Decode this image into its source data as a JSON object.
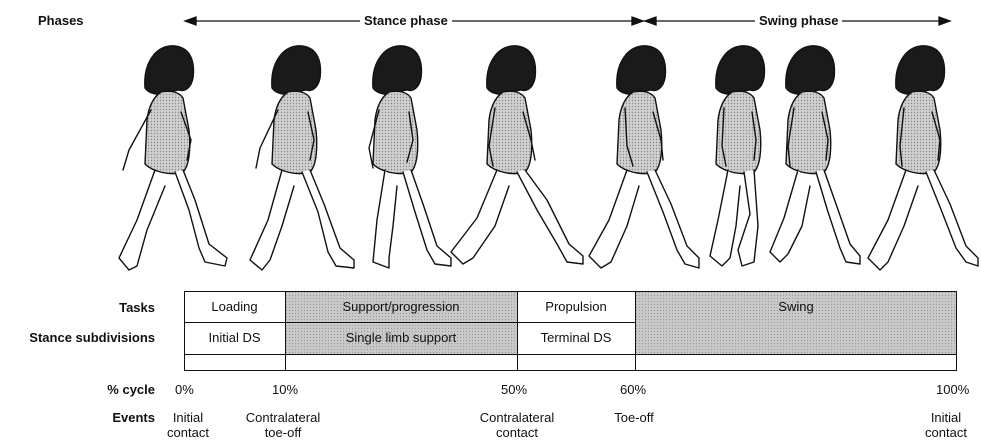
{
  "row_labels": {
    "phases": "Phases",
    "tasks": "Tasks",
    "stance_subdivisions": "Stance subdivisions",
    "percent_cycle": "% cycle",
    "events": "Events"
  },
  "phases": {
    "stance": "Stance phase",
    "swing": "Swing phase"
  },
  "tasks": {
    "loading": "Loading",
    "support_progression": "Support/progression",
    "propulsion": "Propulsion",
    "swing": "Swing"
  },
  "subdivisions": {
    "initial_ds": "Initial DS",
    "single_limb_support": "Single limb support",
    "terminal_ds": "Terminal DS"
  },
  "percent_ticks": [
    "0%",
    "10%",
    "50%",
    "60%",
    "100%"
  ],
  "events": [
    {
      "line1": "Initial",
      "line2": "contact"
    },
    {
      "line1": "Contralateral",
      "line2": "toe-off"
    },
    {
      "line1": "Contralateral",
      "line2": "contact"
    },
    {
      "line1": "Toe-off",
      "line2": ""
    },
    {
      "line1": "Initial",
      "line2": "contact"
    }
  ],
  "colors": {
    "shaded_cell": "#c9c9c9",
    "line": "#111111"
  }
}
